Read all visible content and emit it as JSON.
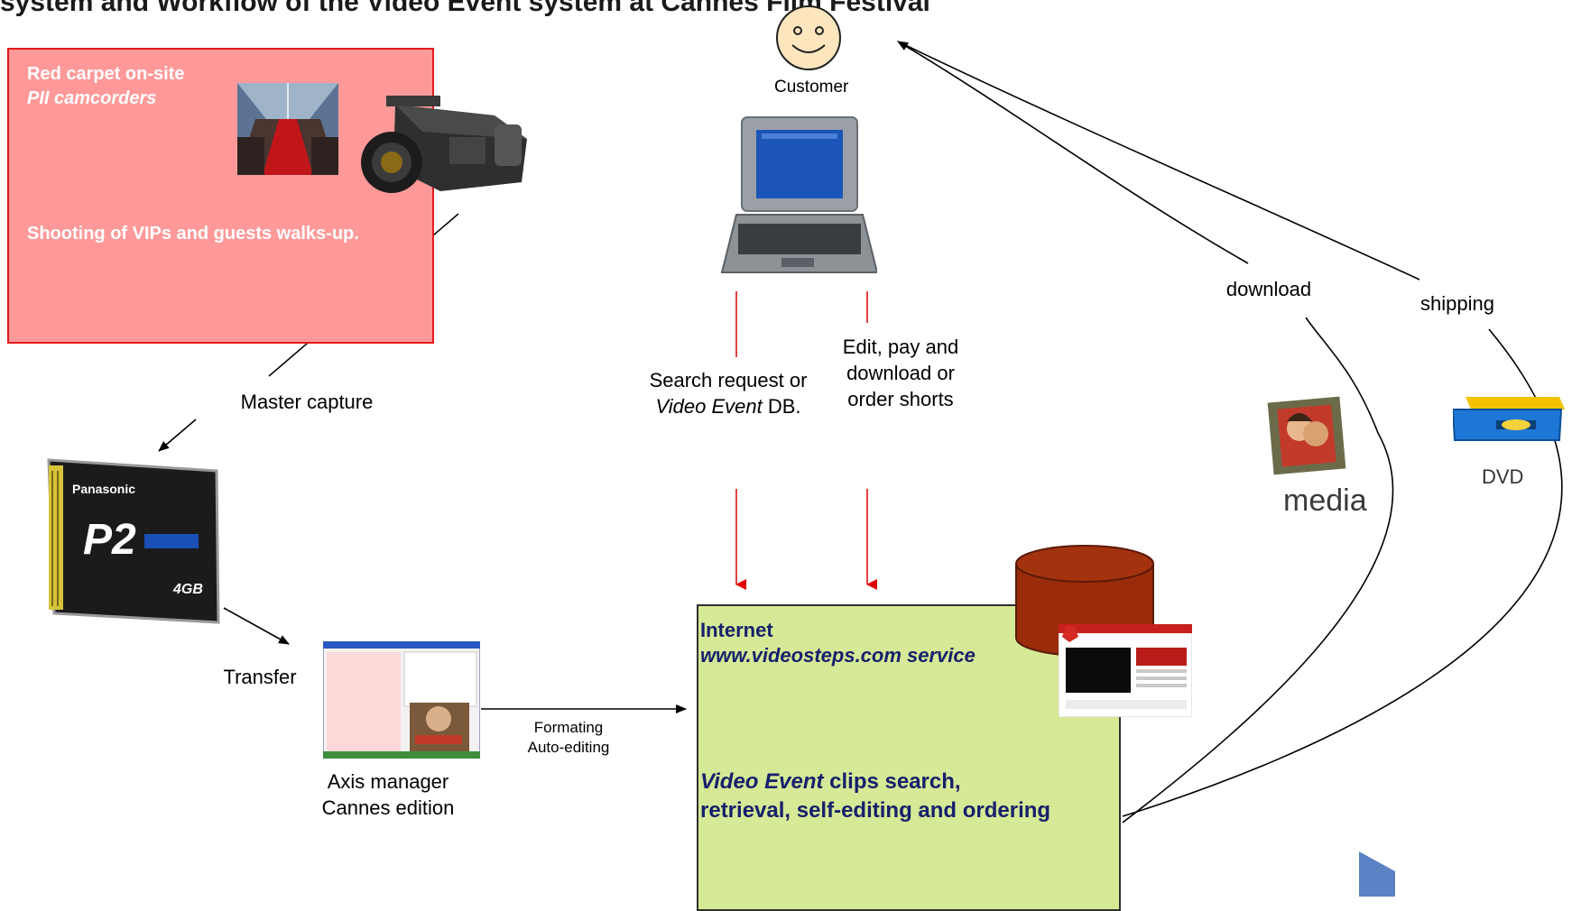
{
  "header": {
    "title": "system and Workflow of the Video Event system at Cannes Film Festival"
  },
  "customer": {
    "label": "Customer"
  },
  "red_box": {
    "line1": "Red carpet on-site",
    "line2": "PII camcorders",
    "body": "Shooting of VIPs and guests walks-up."
  },
  "labels": {
    "master_capture": "Master capture",
    "transfer": "Transfer",
    "axis_line1": "Axis manager",
    "axis_line2": "Cannes edition",
    "formating_line1": "Formating",
    "formating_line2": "Auto-editing",
    "search_line1": "Search request or",
    "search_italic": "Video Event",
    "search_rest": " DB.",
    "edit_line1": "Edit, pay and",
    "edit_line2": "download or",
    "edit_line3": "order shorts",
    "download": "download",
    "shipping": "shipping",
    "media": "media",
    "dvd": "DVD"
  },
  "p2_card": {
    "brand": "Panasonic",
    "model": "P2",
    "capacity": "4GB"
  },
  "green_box": {
    "line1": "Internet",
    "line2": "www.videosteps.com service",
    "line3_italic": "Video Event",
    "line3_rest": " clips search,",
    "line4": "retrieval, self-editing and ordering"
  },
  "colors": {
    "red_box_fill": "#ff9999",
    "red_box_border": "#e21b1b",
    "green_box_fill": "#d6e996",
    "db_fill": "#9b2c0b",
    "red_arrow": "#e00000"
  }
}
